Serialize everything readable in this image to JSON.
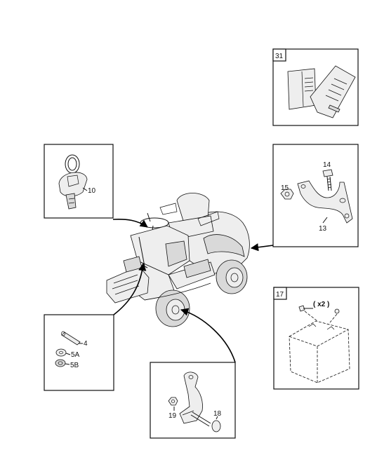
{
  "parts": {
    "manual_box": {
      "number": "31"
    },
    "key_box": {
      "key_label": "10"
    },
    "bracket_box": {
      "bolt_label": "14",
      "nut_label": "15",
      "bracket_label": "13"
    },
    "battery_box": {
      "number": "17",
      "qty": "( x2 )"
    },
    "pin_box": {
      "pin_label": "4",
      "washer_a_label": "5A",
      "washer_b_label": "5B"
    },
    "hitch_box": {
      "nut_label": "19",
      "bolt_label": "18"
    }
  }
}
